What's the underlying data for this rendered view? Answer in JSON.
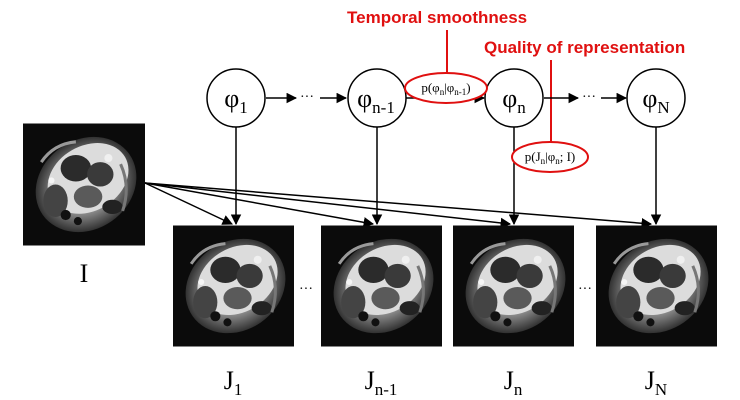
{
  "annotations": {
    "temporal_smoothness": "Temporal smoothness",
    "quality_of_representation": "Quality of representation"
  },
  "nodes": [
    {
      "symbol": "φ",
      "sub": "1"
    },
    {
      "symbol": "φ",
      "sub": "n-1"
    },
    {
      "symbol": "φ",
      "sub": "n"
    },
    {
      "symbol": "φ",
      "sub": "N"
    }
  ],
  "edge_ellipsis": "···",
  "probabilities": {
    "temporal": {
      "p": "p(φ",
      "s1": "n",
      "bar": "|φ",
      "s2": "n-1",
      "close": ")"
    },
    "quality": {
      "p": "p(J",
      "s1": "n",
      "bar": "|φ",
      "s2": "n",
      "rest": "; I)"
    }
  },
  "input_image": {
    "label": "I"
  },
  "output_images": [
    {
      "label": "J",
      "sub": "1"
    },
    {
      "label": "J",
      "sub": "n-1"
    },
    {
      "label": "J",
      "sub": "n"
    },
    {
      "label": "J",
      "sub": "N"
    }
  ],
  "image_ellipsis": "···",
  "colors": {
    "accent": "#e01010",
    "stroke": "#000000",
    "mri_bg": "#0b0b0b"
  }
}
